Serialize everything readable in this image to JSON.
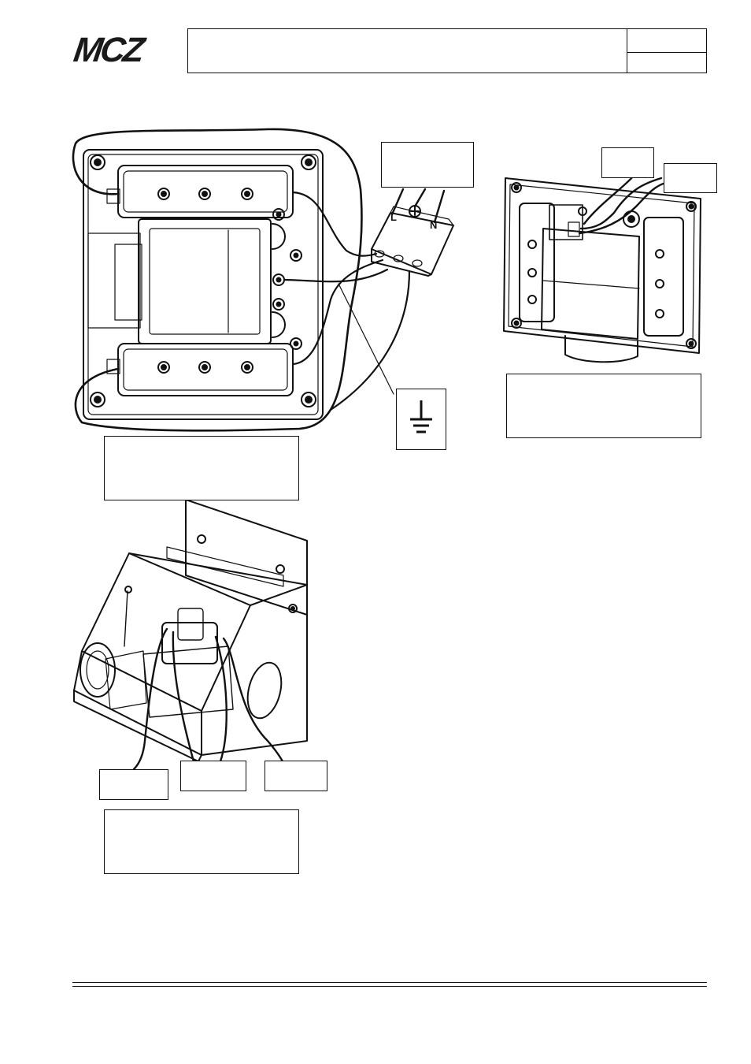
{
  "header": {
    "logo_text": "MCZ",
    "title": "",
    "code": "",
    "page": ""
  },
  "terminal": {
    "line_label": "L",
    "neutral_label": "N",
    "earth_symbol": "earth-ground-icon"
  },
  "captions": {
    "transformer": "",
    "motor": "",
    "fan_unit": "",
    "terminal_tag": "",
    "motor_tag_1": "",
    "motor_tag_2": "",
    "fan_tag_1": "",
    "fan_tag_2": "",
    "fan_tag_3": ""
  }
}
